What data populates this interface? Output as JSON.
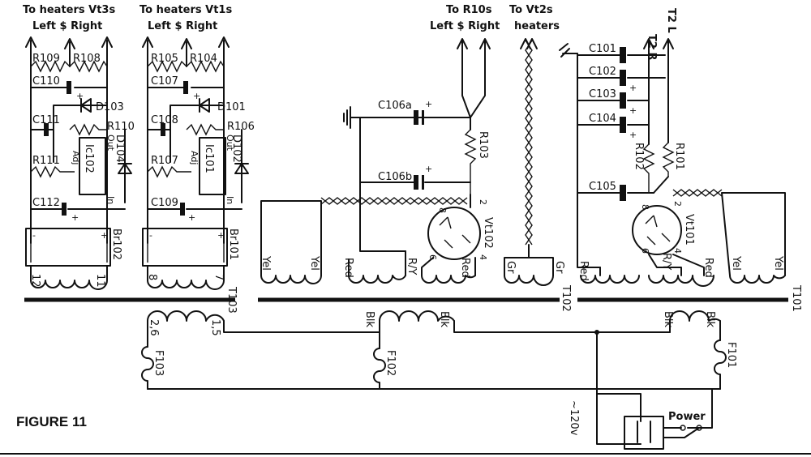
{
  "figure_label": "FIGURE 11",
  "headers": {
    "h1_line1": "To heaters Vt3s",
    "h1_line2": "Left $ Right",
    "h2_line1": "To heaters Vt1s",
    "h2_line2": "Left $ Right",
    "h3_line1": "To R10s",
    "h3_line2": "Left $ Right",
    "h4_line1": "To Vt2s",
    "h4_line2": "heaters",
    "t2r": "T2 R",
    "t2l": "T2 L"
  },
  "components": {
    "r109": "R109",
    "r108": "R108",
    "c110": "C110",
    "d103": "D103",
    "c111": "C111",
    "r110": "R110",
    "d104": "D104",
    "r111": "R111",
    "ic102": "Ic102",
    "adj": "Adj",
    "out": "Out",
    "in": "In",
    "c112": "C112",
    "br102": "Br102",
    "r105": "R105",
    "r104": "R104",
    "c107": "C107",
    "d101": "D101",
    "c108": "C108",
    "r106": "R106",
    "d102": "D102",
    "r107": "R107",
    "ic101": "Ic101",
    "c109": "C109",
    "br101": "Br101",
    "c106a": "C106a",
    "r103": "R103",
    "c106b": "C106b",
    "vt102": "Vt102",
    "c101": "C101",
    "c102": "C102",
    "c103": "C103",
    "c104": "C104",
    "r102": "R102",
    "r101": "R101",
    "c105": "C105",
    "vt101": "Vt101",
    "t103": "T103",
    "t102": "T102",
    "t101": "T101",
    "f103": "F103",
    "f102": "F102",
    "f101": "F101",
    "mains": "~120v",
    "power": "Power"
  },
  "pins": {
    "p12": "12",
    "p11": "11",
    "p8": "8",
    "p7": "7",
    "p26": "2,6",
    "p15": "1,5",
    "vt102_p8": "8",
    "vt102_p2": "2",
    "vt102_p6": "6",
    "vt102_p4": "4",
    "vt101_p8": "8",
    "vt101_p2": "2",
    "vt101_p6": "6",
    "vt101_p4": "4"
  },
  "wires": {
    "yel": "Yel",
    "red": "Red",
    "ry": "R/Y",
    "blk": "Blk",
    "gr": "Gr"
  }
}
